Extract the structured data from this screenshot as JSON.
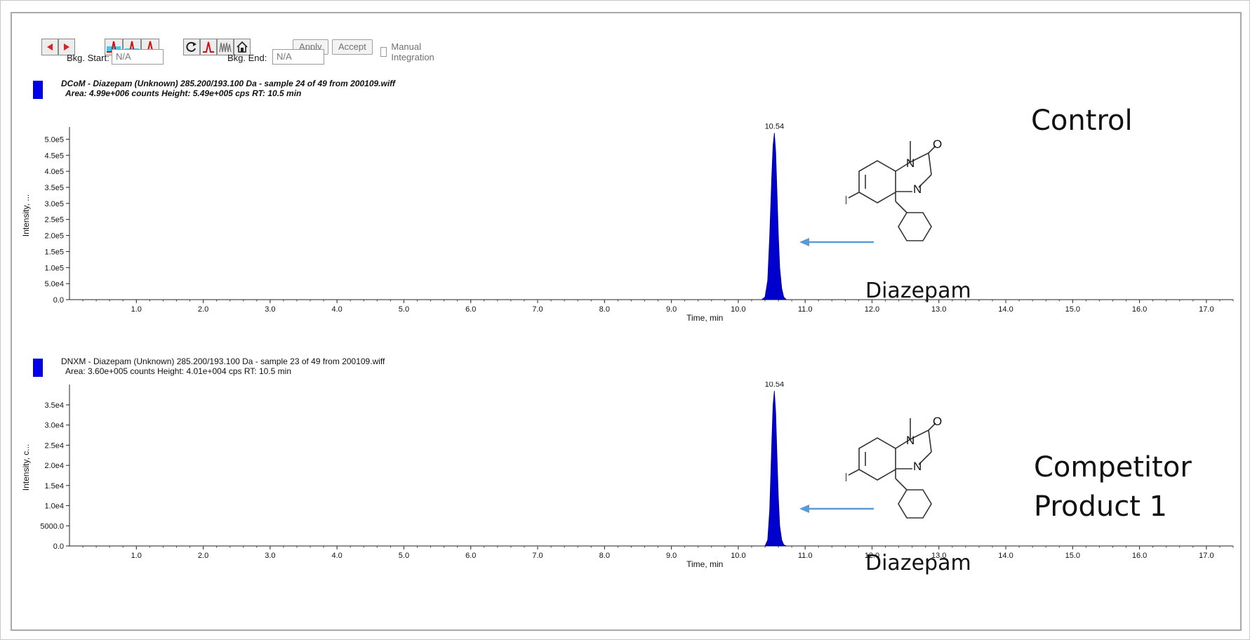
{
  "toolbar": {
    "apply_label": "Apply",
    "accept_label": "Accept",
    "manual_integration_label": "Manual Integration",
    "bkg_start_label": "Bkg. Start:",
    "bkg_start_value": "N/A",
    "bkg_end_label": "Bkg. End:",
    "bkg_end_value": "N/A"
  },
  "panels": [
    {
      "header_line1": "DCoM - Diazepam (Unknown) 285.200/193.100 Da - sample 24 of 49 from 200109.wiff",
      "header_line2": "Area: 4.99e+006 counts  Height: 5.49e+005 cps  RT: 10.5 min",
      "ylabel": "Intensity, ...",
      "xlabel": "Time, min",
      "peak_label": "10.54",
      "annotation_title": "Control",
      "annotation_title_line2": "",
      "compound_label": "Diazepam",
      "swatch_color": "#0000e6",
      "yticks": [
        "5.0e5",
        "4.5e5",
        "4.0e5",
        "3.5e5",
        "3.0e5",
        "2.5e5",
        "2.0e5",
        "1.5e5",
        "1.0e5",
        "5.0e4",
        "0.0"
      ]
    },
    {
      "header_line1": "DNXM - Diazepam (Unknown) 285.200/193.100 Da - sample 23 of 49 from 200109.wiff",
      "header_line2": "Area: 3.60e+005 counts  Height: 4.01e+004 cps  RT: 10.5 min",
      "ylabel": "Intensity, c...",
      "xlabel": "Time, min",
      "peak_label": "10.54",
      "annotation_title": "Competitor",
      "annotation_title_line2": "Product 1",
      "compound_label": "Diazepam",
      "swatch_color": "#0000e6",
      "yticks": [
        "3.5e4",
        "3.0e4",
        "2.5e4",
        "2.0e4",
        "1.5e4",
        "1.0e4",
        "5000.0",
        "0.0"
      ]
    }
  ],
  "chart_data": [
    {
      "type": "area",
      "title": "",
      "xlabel": "Time, min",
      "ylabel": "Intensity, ...",
      "xlim": [
        0,
        17.4
      ],
      "ylim": [
        0,
        525000
      ],
      "x_ticks": [
        1.0,
        2.0,
        3.0,
        4.0,
        5.0,
        6.0,
        7.0,
        8.0,
        9.0,
        10.0,
        11.0,
        12.0,
        13.0,
        14.0,
        15.0,
        16.0,
        17.0
      ],
      "y_ticks": [
        0,
        50000,
        100000,
        150000,
        200000,
        250000,
        300000,
        350000,
        400000,
        450000,
        500000
      ],
      "series": [
        {
          "color": "#0000cc",
          "x": [
            10.35,
            10.4,
            10.44,
            10.47,
            10.5,
            10.52,
            10.54,
            10.56,
            10.58,
            10.6,
            10.62,
            10.65,
            10.68,
            10.72
          ],
          "y": [
            0,
            8000,
            60000,
            200000,
            380000,
            480000,
            520000,
            460000,
            330000,
            200000,
            100000,
            35000,
            8000,
            0
          ]
        }
      ],
      "annotations": [
        {
          "x": 10.54,
          "text": "10.54"
        }
      ],
      "grid": false
    },
    {
      "type": "area",
      "title": "",
      "xlabel": "Time, min",
      "ylabel": "Intensity, c...",
      "xlim": [
        0,
        17.4
      ],
      "ylim": [
        0,
        39000
      ],
      "x_ticks": [
        1.0,
        2.0,
        3.0,
        4.0,
        5.0,
        6.0,
        7.0,
        8.0,
        9.0,
        10.0,
        11.0,
        12.0,
        13.0,
        14.0,
        15.0,
        16.0,
        17.0
      ],
      "y_ticks": [
        0,
        5000,
        10000,
        15000,
        20000,
        25000,
        30000,
        35000
      ],
      "series": [
        {
          "color": "#0000cc",
          "x": [
            10.4,
            10.44,
            10.47,
            10.5,
            10.52,
            10.54,
            10.56,
            10.58,
            10.6,
            10.62,
            10.65,
            10.68,
            10.72
          ],
          "y": [
            0,
            1500,
            9000,
            25000,
            35000,
            38500,
            33000,
            22000,
            12000,
            5000,
            1500,
            300,
            0
          ]
        }
      ],
      "annotations": [
        {
          "x": 10.54,
          "text": "10.54"
        }
      ],
      "grid": false
    }
  ]
}
